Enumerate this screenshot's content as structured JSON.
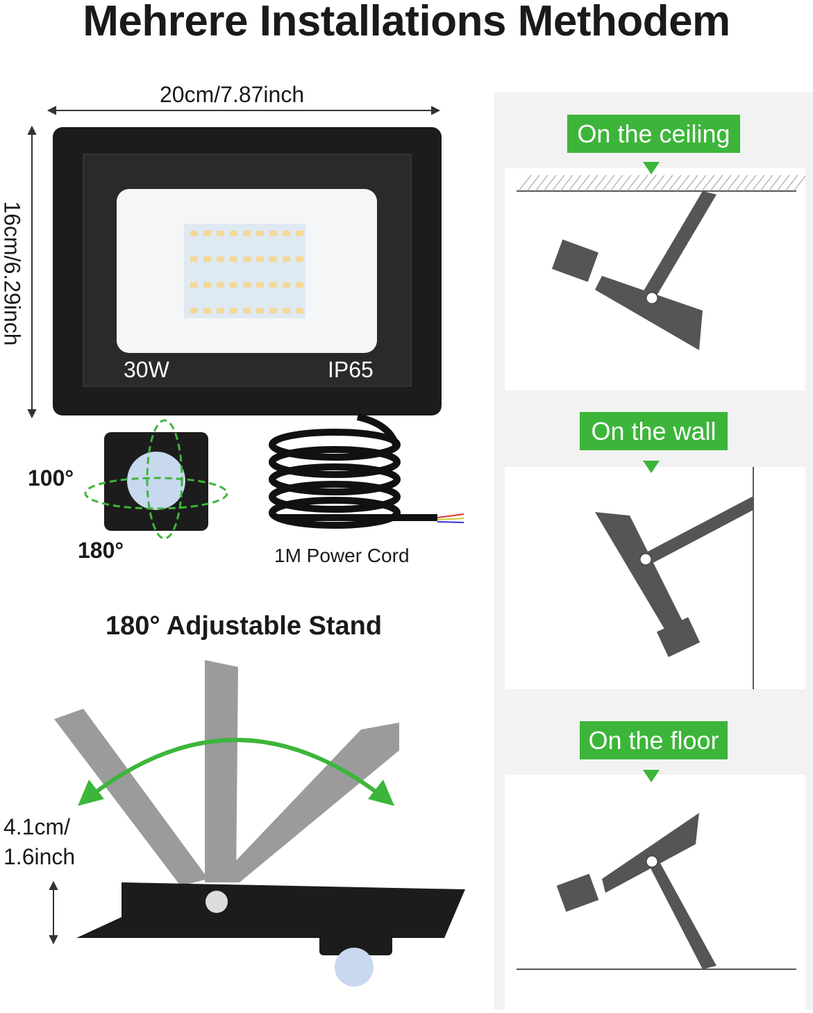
{
  "title": "Mehrere Installations Methodem",
  "dimensions": {
    "width": "20cm/7.87inch",
    "height": "16cm/6.29inch",
    "stand_depth": [
      "4.1cm/",
      "1.6inch"
    ]
  },
  "product": {
    "power": "30W",
    "rating": "IP65"
  },
  "sensor": {
    "angle_vertical": "100°",
    "angle_horizontal": "180°"
  },
  "cord": {
    "label": "1M Power Cord"
  },
  "stand": {
    "title": "180° Adjustable Stand"
  },
  "installations": [
    {
      "label": "On the ceiling"
    },
    {
      "label": "On the wall"
    },
    {
      "label": "On the floor"
    }
  ],
  "colors": {
    "accent": "#3db53a",
    "panel": "#f2f2f2",
    "housing": "#1c1c1c"
  }
}
